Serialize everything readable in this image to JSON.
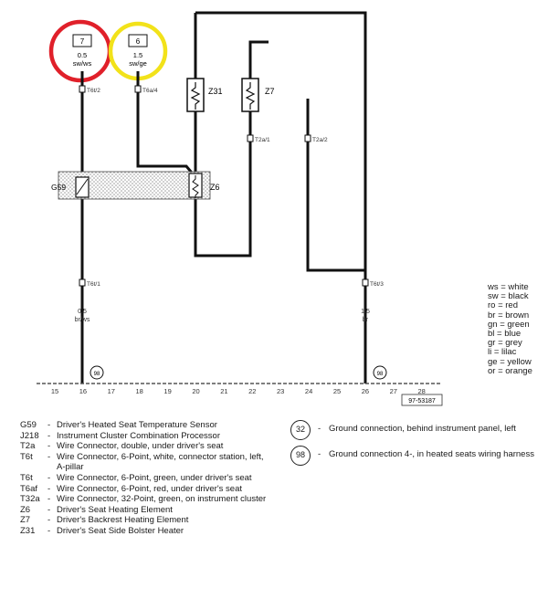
{
  "diagram": {
    "terminals": [
      {
        "number": "7",
        "wire_size": "0.5",
        "wire_color": "sw/ws"
      },
      {
        "number": "6",
        "wire_size": "1.5",
        "wire_color": "sw/ge"
      }
    ],
    "connector_labels": {
      "t6t2": "T6t/2",
      "t6a4": "T6a/4",
      "t2a1": "T2a/1",
      "t2a2": "T2a/2",
      "t6t1": "T6t/1",
      "t6t3": "T6t/3"
    },
    "component_labels": {
      "z31": "Z31",
      "z7": "Z7",
      "z6": "Z6",
      "g59": "G59"
    },
    "wire_labels": {
      "left_size": "0.5",
      "left_color": "br/ws",
      "right_size": "1.5",
      "right_color": "br"
    },
    "ground_markers": [
      "98",
      "98"
    ],
    "scale_numbers": [
      "15",
      "16",
      "17",
      "18",
      "19",
      "20",
      "21",
      "22",
      "23",
      "24",
      "25",
      "26",
      "27",
      "28"
    ],
    "diagram_id": "97-53187"
  },
  "color_key": [
    "ws = white",
    "sw = black",
    "ro = red",
    "br = brown",
    "gn = green",
    "bl = blue",
    "gr = grey",
    "li = lilac",
    "ge = yellow",
    "or = orange"
  ],
  "legend": [
    {
      "code": "G59",
      "description": "Driver's Heated Seat Temperature Sensor"
    },
    {
      "code": "J218",
      "description": "Instrument Cluster Combination Processor"
    },
    {
      "code": "T2a",
      "description": "Wire Connector, double, under driver's seat"
    },
    {
      "code": "T6t",
      "description": "Wire Connector, 6-Point, white, connector station, left, A-pillar"
    },
    {
      "code": "T6t",
      "description": "Wire Connector, 6-Point, green, under driver's seat"
    },
    {
      "code": "T6af",
      "description": "Wire Connector, 6-Point, red, under driver's seat"
    },
    {
      "code": "T32a",
      "description": "Wire Connector, 32-Point, green, on instrument cluster"
    },
    {
      "code": "Z6",
      "description": "Driver's Seat Heating Element"
    },
    {
      "code": "Z7",
      "description": "Driver's Backrest Heating Element"
    },
    {
      "code": "Z31",
      "description": "Driver's Seat Side Bolster Heater"
    }
  ],
  "grounds": [
    {
      "number": "32",
      "description": "Ground connection, behind instrument panel, left"
    },
    {
      "number": "98",
      "description": "Ground connection 4-, in heated seats wiring harness"
    }
  ],
  "colors": {
    "wire": "#111111",
    "highlight_red": "#e0202a",
    "highlight_yellow": "#f2e21a",
    "hatch": "#cfcfcf"
  }
}
